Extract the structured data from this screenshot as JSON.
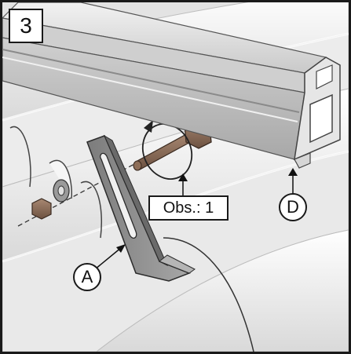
{
  "step_number": "3",
  "callouts": {
    "obs_label": "Obs.: 1",
    "part_a": "A",
    "part_d": "D"
  },
  "colors": {
    "frame": "#1a1a1a",
    "roof": "#e8e8e8",
    "rail": "#dcdcdc",
    "bracket": "#8f8f8f",
    "bolt": "#8b6a55"
  }
}
